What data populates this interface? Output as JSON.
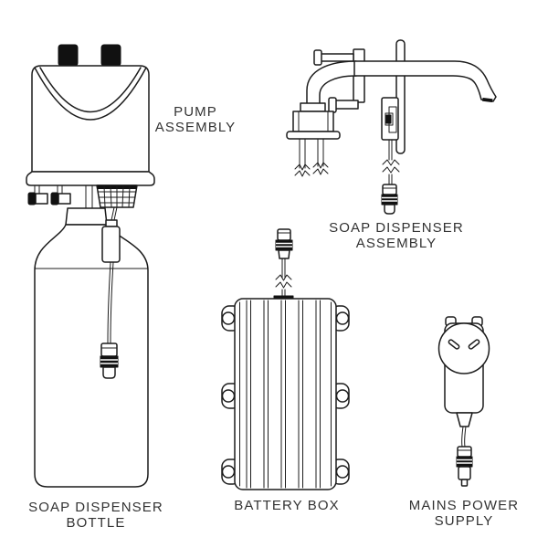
{
  "diagram": {
    "colors": {
      "background": "#ffffff",
      "line": "#1c1c1c",
      "ink": "#111111",
      "label_text": "#333333"
    },
    "parts": {
      "pump_assembly": {
        "label_line1": "PUMP",
        "label_line2": "ASSEMBLY"
      },
      "soap_dispenser_assembly": {
        "label_line1": "SOAP DISPENSER",
        "label_line2": "ASSEMBLY"
      },
      "soap_dispenser_bottle": {
        "label_line1": "SOAP DISPENSER",
        "label_line2": "BOTTLE"
      },
      "battery_box": {
        "label_line1": "BATTERY BOX",
        "label_line2": ""
      },
      "mains_power_supply": {
        "label_line1": "MAINS POWER",
        "label_line2": "SUPPLY"
      }
    }
  }
}
